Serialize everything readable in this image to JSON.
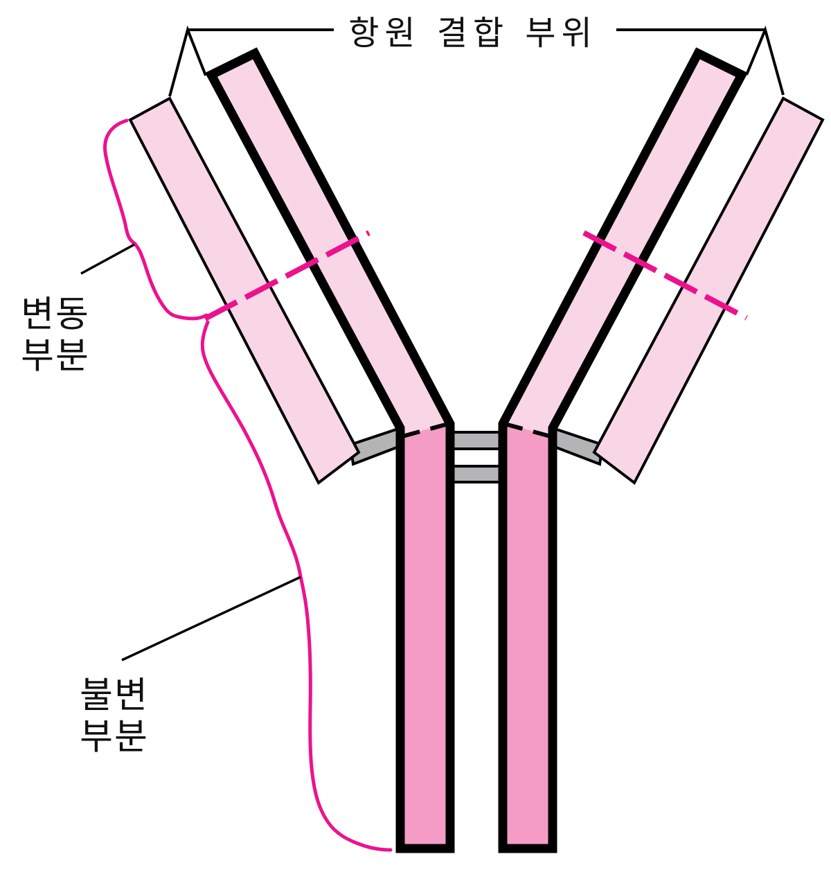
{
  "figure": {
    "type": "antibody-structure-diagram"
  },
  "labels": {
    "antigen_binding_site": "항원 결합 부위",
    "variable_region_line1": "변동",
    "variable_region_line2": "부분",
    "constant_region_line1": "불변",
    "constant_region_line2": "부분"
  },
  "colors": {
    "background": "#ffffff",
    "text": "#111111",
    "outline_black": "#000000",
    "light_chain_fill": "#f8d6e6",
    "heavy_stem_fill": "#f49cc6",
    "disulfide_gray": "#b4b4b6",
    "accent_magenta": "#ec128e"
  }
}
